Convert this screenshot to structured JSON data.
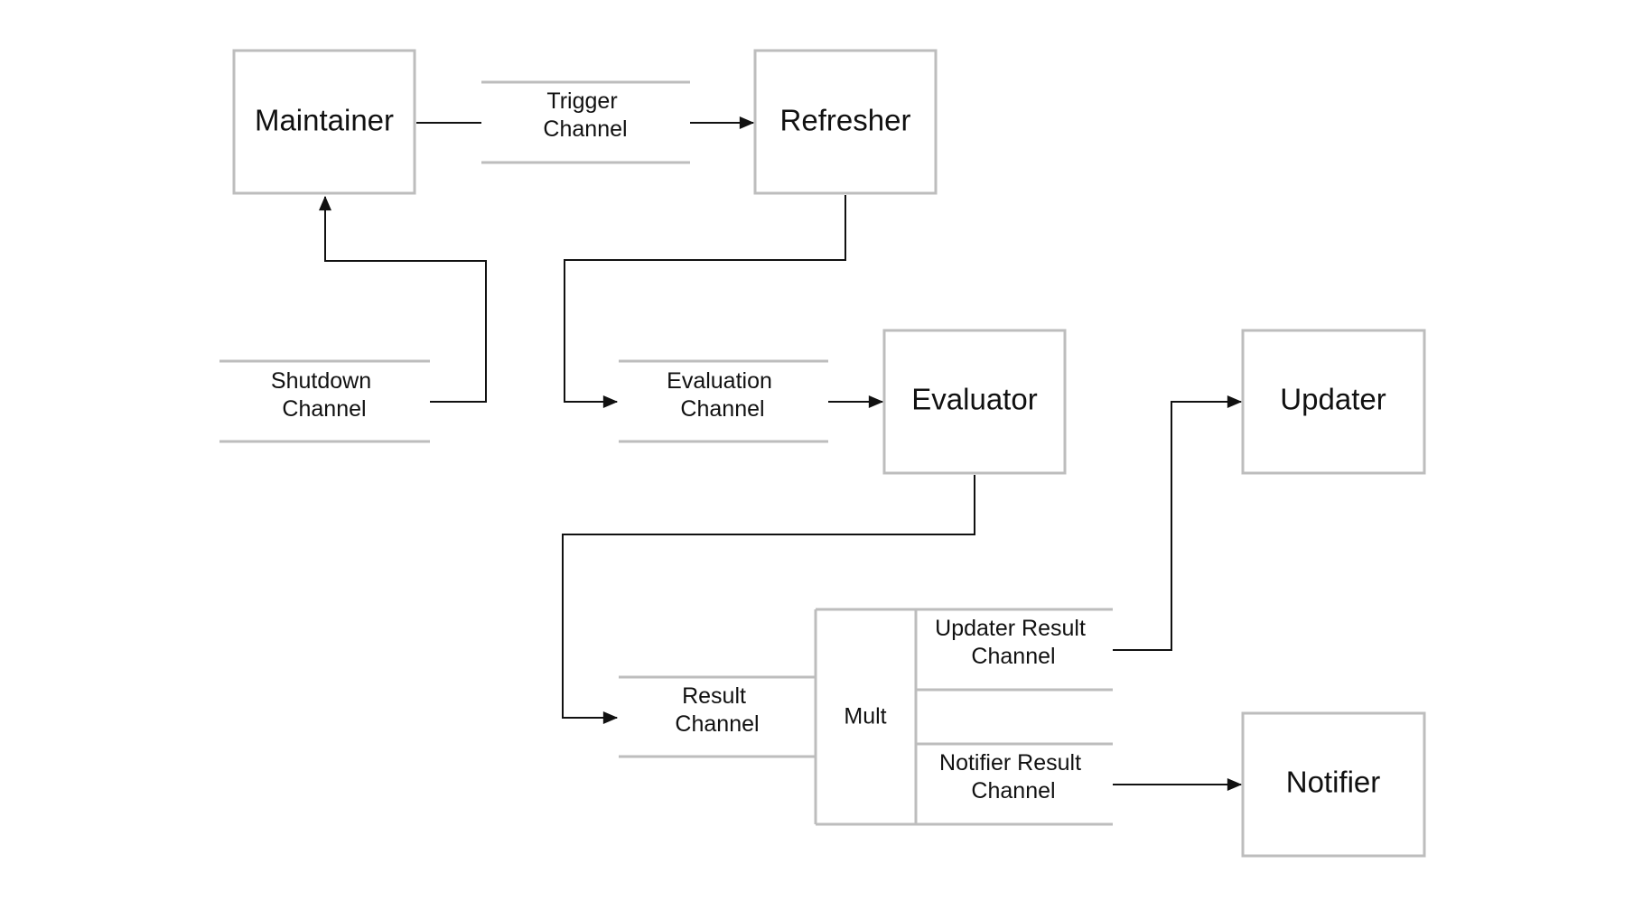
{
  "components": {
    "maintainer": "Maintainer",
    "refresher": "Refresher",
    "evaluator": "Evaluator",
    "updater": "Updater",
    "notifier": "Notifier",
    "mult": "Mult"
  },
  "channels": {
    "trigger": [
      "Trigger",
      "Channel"
    ],
    "shutdown": [
      "Shutdown",
      "Channel"
    ],
    "evaluation": [
      "Evaluation",
      "Channel"
    ],
    "result": [
      "Result",
      "Channel"
    ],
    "updater_result": [
      "Updater Result",
      "Channel"
    ],
    "notifier_result": [
      "Notifier Result",
      "Channel"
    ]
  },
  "colors": {
    "box_border": "#bdbdbd",
    "line": "#111111",
    "text": "#111111",
    "background": "#ffffff"
  }
}
